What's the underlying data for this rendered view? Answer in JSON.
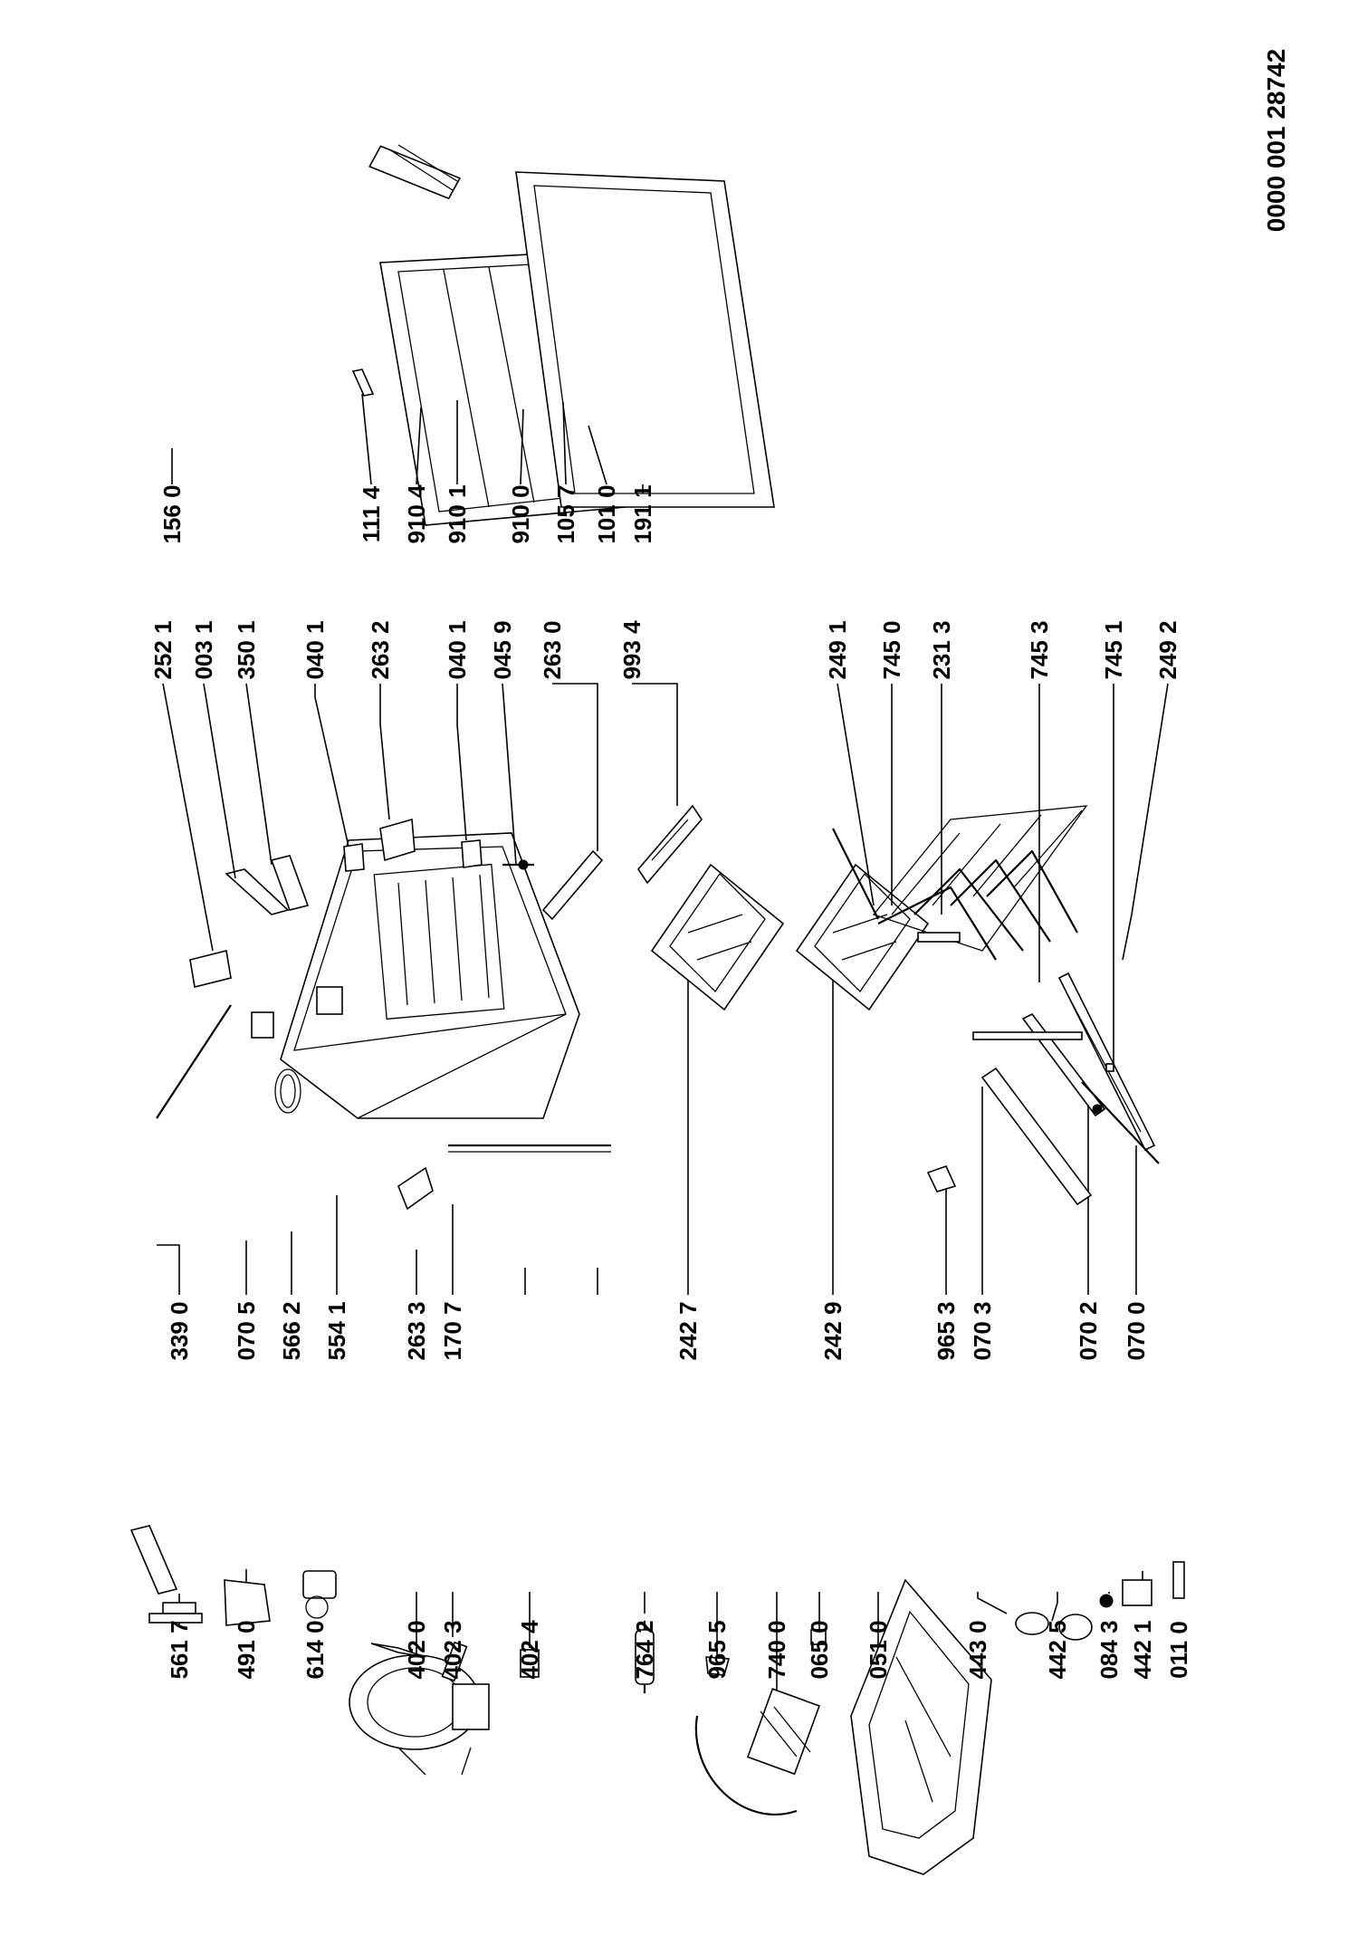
{
  "document_number": "0000 001 28742",
  "columns": {
    "left": [
      "561 7",
      "491 0",
      "614 0",
      "402 0",
      "402 3",
      "402 4",
      "764 2",
      "965 5",
      "740 0",
      "065 0",
      "051 0",
      "443 0",
      "442 5",
      "084 3",
      "442 1",
      "011 0"
    ],
    "mid_left": [
      "339 0",
      "070 5",
      "566 2",
      "554 1",
      "263 3",
      "170 7",
      "242 7",
      "242 9",
      "965 3",
      "070 3",
      "070 2",
      "070 0"
    ],
    "mid_right": [
      "252 1",
      "003 1",
      "350 1",
      "040 1",
      "263 2",
      "040 1",
      "045 9",
      "263 0",
      "993 4",
      "249 1",
      "745 0",
      "231 3",
      "745 3",
      "745 1",
      "249 2"
    ],
    "right": [
      "156 0",
      "111 4",
      "910 4",
      "910 1",
      "910 0",
      "105 7",
      "101 0",
      "191 1"
    ]
  }
}
